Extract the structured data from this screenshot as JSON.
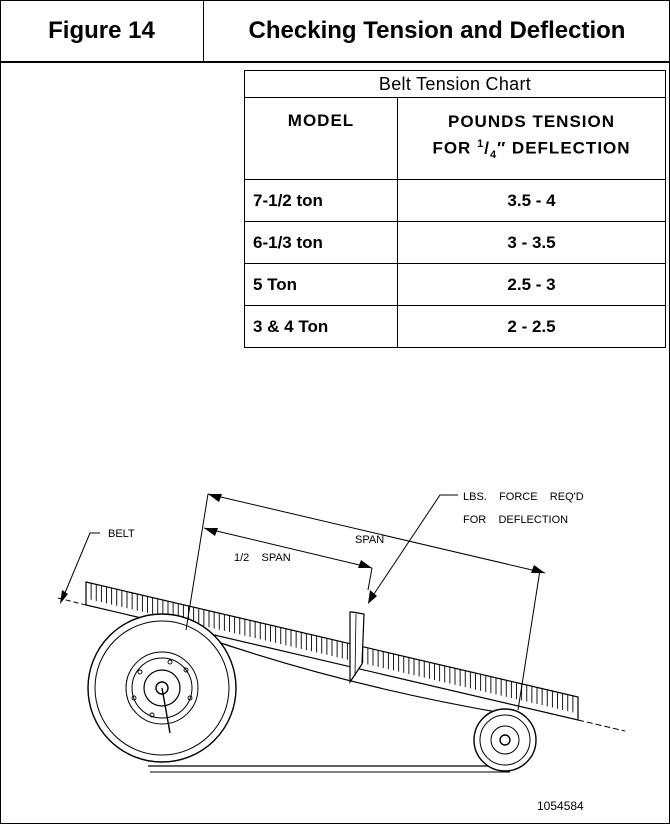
{
  "header": {
    "figure_label": "Figure 14",
    "title": "Checking Tension and Deflection"
  },
  "chart": {
    "caption": "Belt Tension Chart",
    "col_model": "MODEL",
    "col_tension_line1": "POUNDS TENSION",
    "col_tension_for": "FOR",
    "col_tension_fraction_num": "1",
    "col_tension_fraction_den": "4",
    "col_tension_unit_suffix": "″ DEFLECTION",
    "rows": [
      {
        "model": "7-1/2  ton",
        "tension": "3.5 - 4"
      },
      {
        "model": "6-1/3  ton",
        "tension": "3 - 3.5"
      },
      {
        "model": "5 Ton",
        "tension": "2.5 - 3"
      },
      {
        "model": "3 & 4 Ton",
        "tension": "2 - 2.5"
      }
    ]
  },
  "diagram": {
    "label_belt": "BELT",
    "label_span": "SPAN",
    "label_half_span": "1/2    SPAN",
    "label_force_line1": "LBS.    FORCE    REQ'D",
    "label_force_line2": "FOR    DEFLECTION",
    "part_number": "1054584"
  }
}
